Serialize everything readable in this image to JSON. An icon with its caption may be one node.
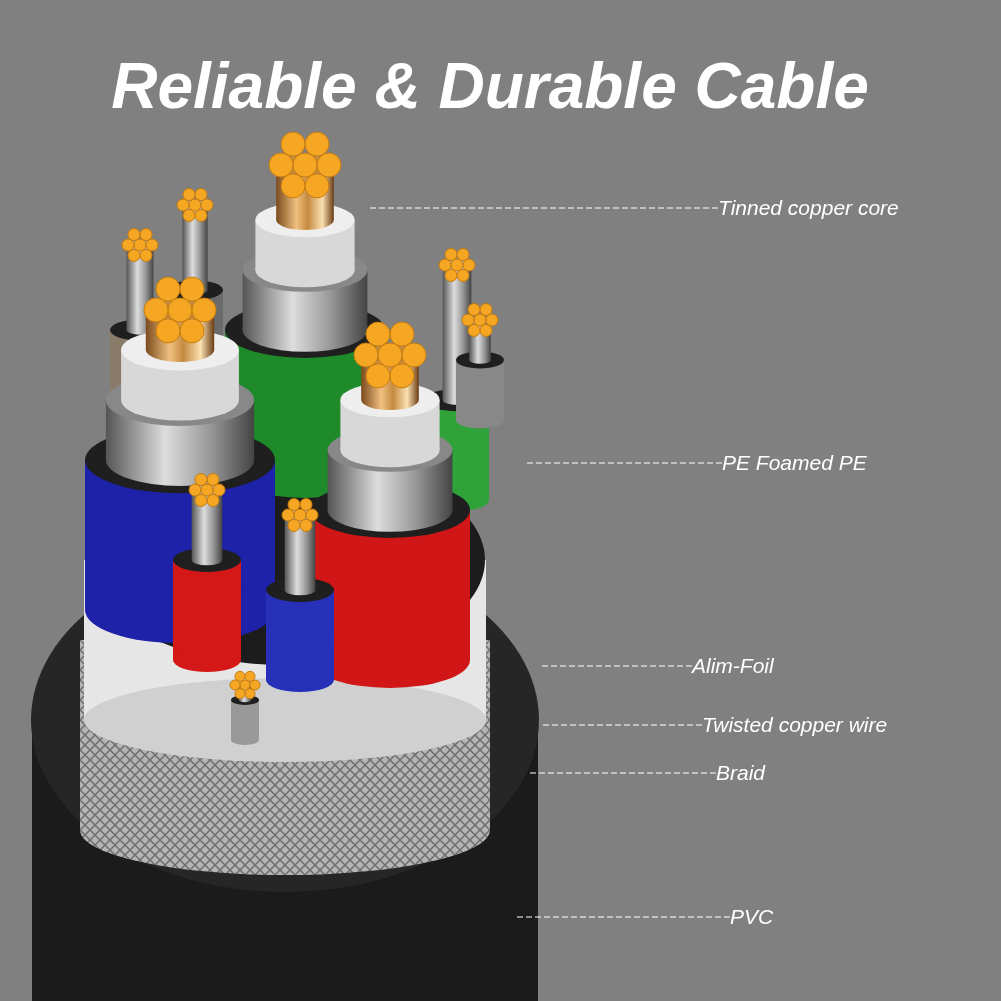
{
  "diagram": {
    "title": "Reliable & Durable Cable",
    "nodes": [
      {
        "text": [
          "Tinned copper core"
        ]
      },
      {
        "text": [
          "PE Foamed PE"
        ]
      },
      {
        "text": [
          "Alim-Foil"
        ]
      },
      {
        "text": [
          "Twisted copper wire"
        ]
      },
      {
        "text": [
          "Braid"
        ]
      },
      {
        "text": [
          "PVC"
        ]
      }
    ],
    "edges": [
      {
        "from": 0,
        "to": null,
        "arrow": "none",
        "style": "dashed"
      },
      {
        "from": 1,
        "to": null,
        "arrow": "none",
        "style": "dashed"
      },
      {
        "from": 2,
        "to": null,
        "arrow": "none",
        "style": "dashed"
      },
      {
        "from": 3,
        "to": null,
        "arrow": "none",
        "style": "dashed"
      },
      {
        "from": 4,
        "to": null,
        "arrow": "none",
        "style": "dashed"
      },
      {
        "from": 5,
        "to": null,
        "arrow": "none",
        "style": "dashed"
      }
    ]
  }
}
